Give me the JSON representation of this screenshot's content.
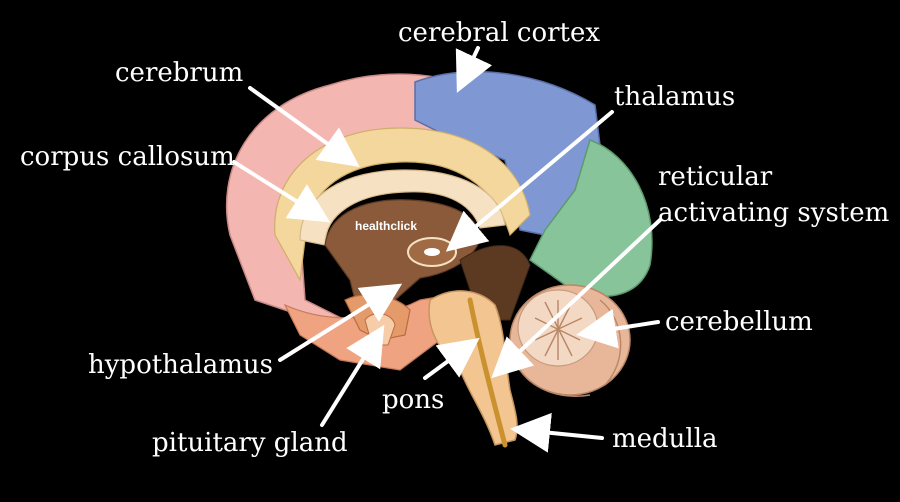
{
  "labels": {
    "cerebral_cortex": "cerebral cortex",
    "cerebrum": "cerebrum",
    "thalamus": "thalamus",
    "corpus_callosum": "corpus callosum",
    "reticular_line1": "reticular",
    "reticular_line2": "activating system",
    "cerebellum": "cerebellum",
    "hypothalamus": "hypothalamus",
    "pons": "pons",
    "pituitary_gland": "pituitary gland",
    "medulla": "medulla"
  },
  "watermark": "healthclick",
  "colors": {
    "background": "#000000",
    "label_text": "#ffffff",
    "arrow": "#ffffff",
    "frontal_lobe": "#f4b6b1",
    "parietal_lobe": "#7f98d4",
    "occipital_lobe": "#88c49a",
    "cingulate": "#f3d79c",
    "corpus_callosum": "#f6e2c2",
    "thalamus_region": "#8a5a3a",
    "brainstem": "#f2c591",
    "spinal_cord_line": "#c9922f",
    "cerebellum": "#e8b79a",
    "hypothalamus": "#e59a6a"
  }
}
